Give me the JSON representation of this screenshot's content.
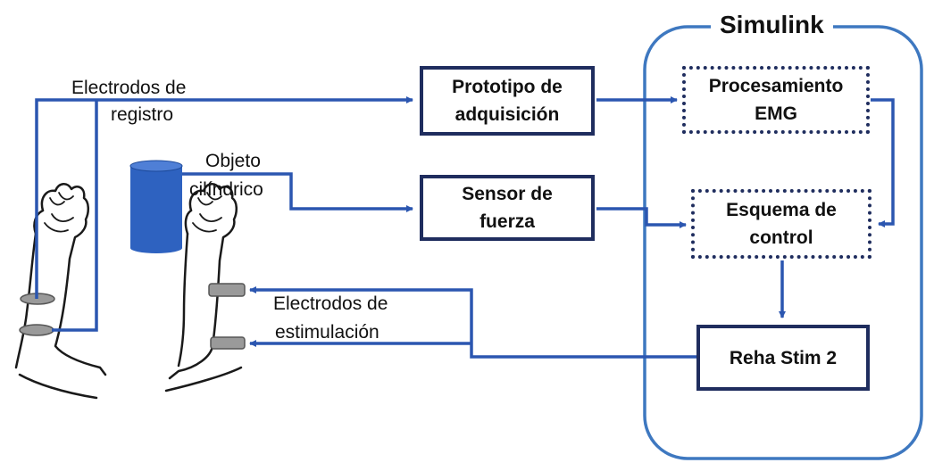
{
  "colors": {
    "connector": "#2b56b0",
    "block_border": "#1f2d5e",
    "group_border": "#3e78c0",
    "cylinder": "#2e62c0",
    "band": "#9a9a9a"
  },
  "group": {
    "title": "Simulink"
  },
  "blocks": {
    "prototipo": "Prototipo de\nadquisición",
    "sensor": "Sensor de\nfuerza",
    "procesamiento": "Procesamiento\nEMG",
    "esquema": "Esquema de\ncontrol",
    "reha": "Reha Stim 2"
  },
  "labels": {
    "registro_1": "Electrodos de",
    "registro_2": "registro",
    "objeto_1": "Objeto",
    "objeto_2": "cilíndrico",
    "estim_1": "Electrodos de",
    "estim_2": "estimulación"
  },
  "icons": [
    "left-arm-icon",
    "right-arm-icon",
    "cylinder-object-icon",
    "electrode-band-icon"
  ]
}
